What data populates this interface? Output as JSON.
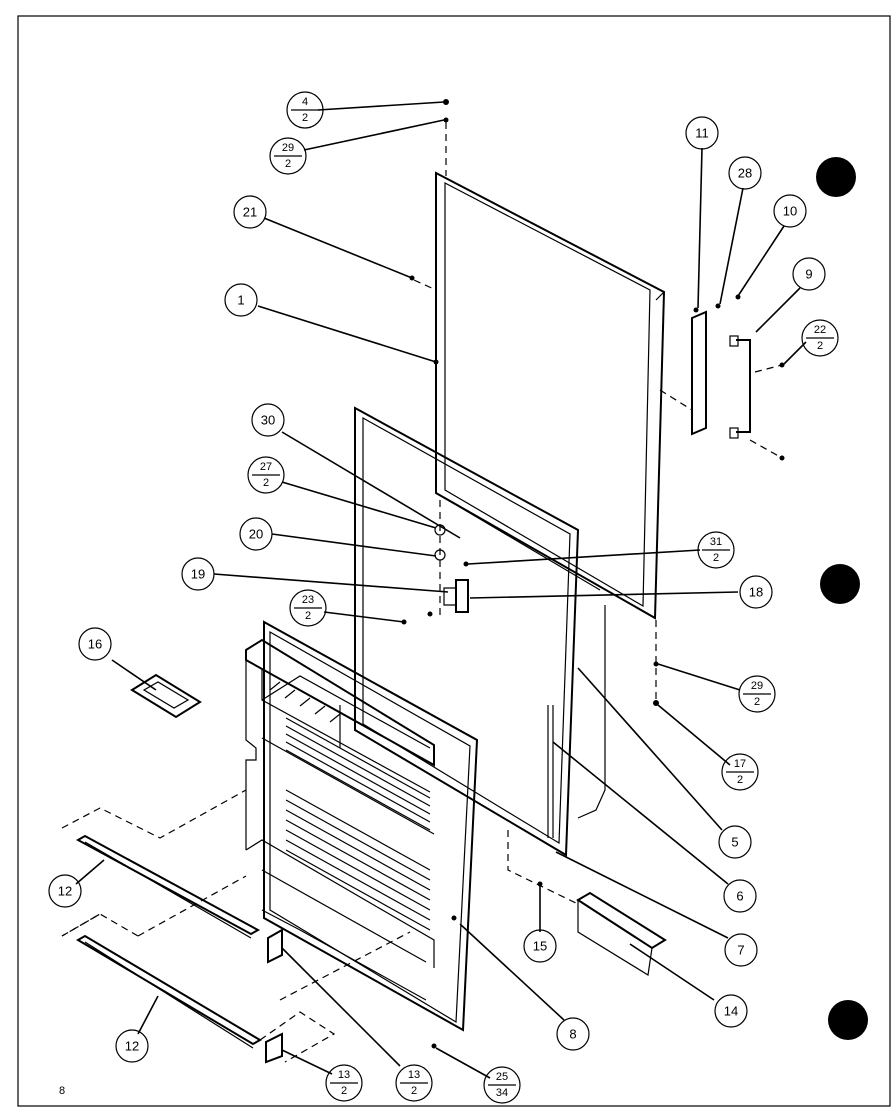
{
  "sheet_number": "8",
  "callouts": [
    {
      "num": "4",
      "qty": "2"
    },
    {
      "num": "29",
      "qty": "2"
    },
    {
      "num": "21"
    },
    {
      "num": "1"
    },
    {
      "num": "11"
    },
    {
      "num": "28"
    },
    {
      "num": "10"
    },
    {
      "num": "9"
    },
    {
      "num": "22",
      "qty": "2"
    },
    {
      "num": "30"
    },
    {
      "num": "27",
      "qty": "2"
    },
    {
      "num": "20"
    },
    {
      "num": "31",
      "qty": "2"
    },
    {
      "num": "19"
    },
    {
      "num": "18"
    },
    {
      "num": "23",
      "qty": "2"
    },
    {
      "num": "16"
    },
    {
      "num": "29",
      "qty": "2"
    },
    {
      "num": "17",
      "qty": "2"
    },
    {
      "num": "5"
    },
    {
      "num": "6"
    },
    {
      "num": "12"
    },
    {
      "num": "15"
    },
    {
      "num": "7"
    },
    {
      "num": "14"
    },
    {
      "num": "8"
    },
    {
      "num": "12"
    },
    {
      "num": "13",
      "qty": "2"
    },
    {
      "num": "13",
      "qty": "2"
    },
    {
      "num": "25",
      "qty": "34"
    }
  ]
}
